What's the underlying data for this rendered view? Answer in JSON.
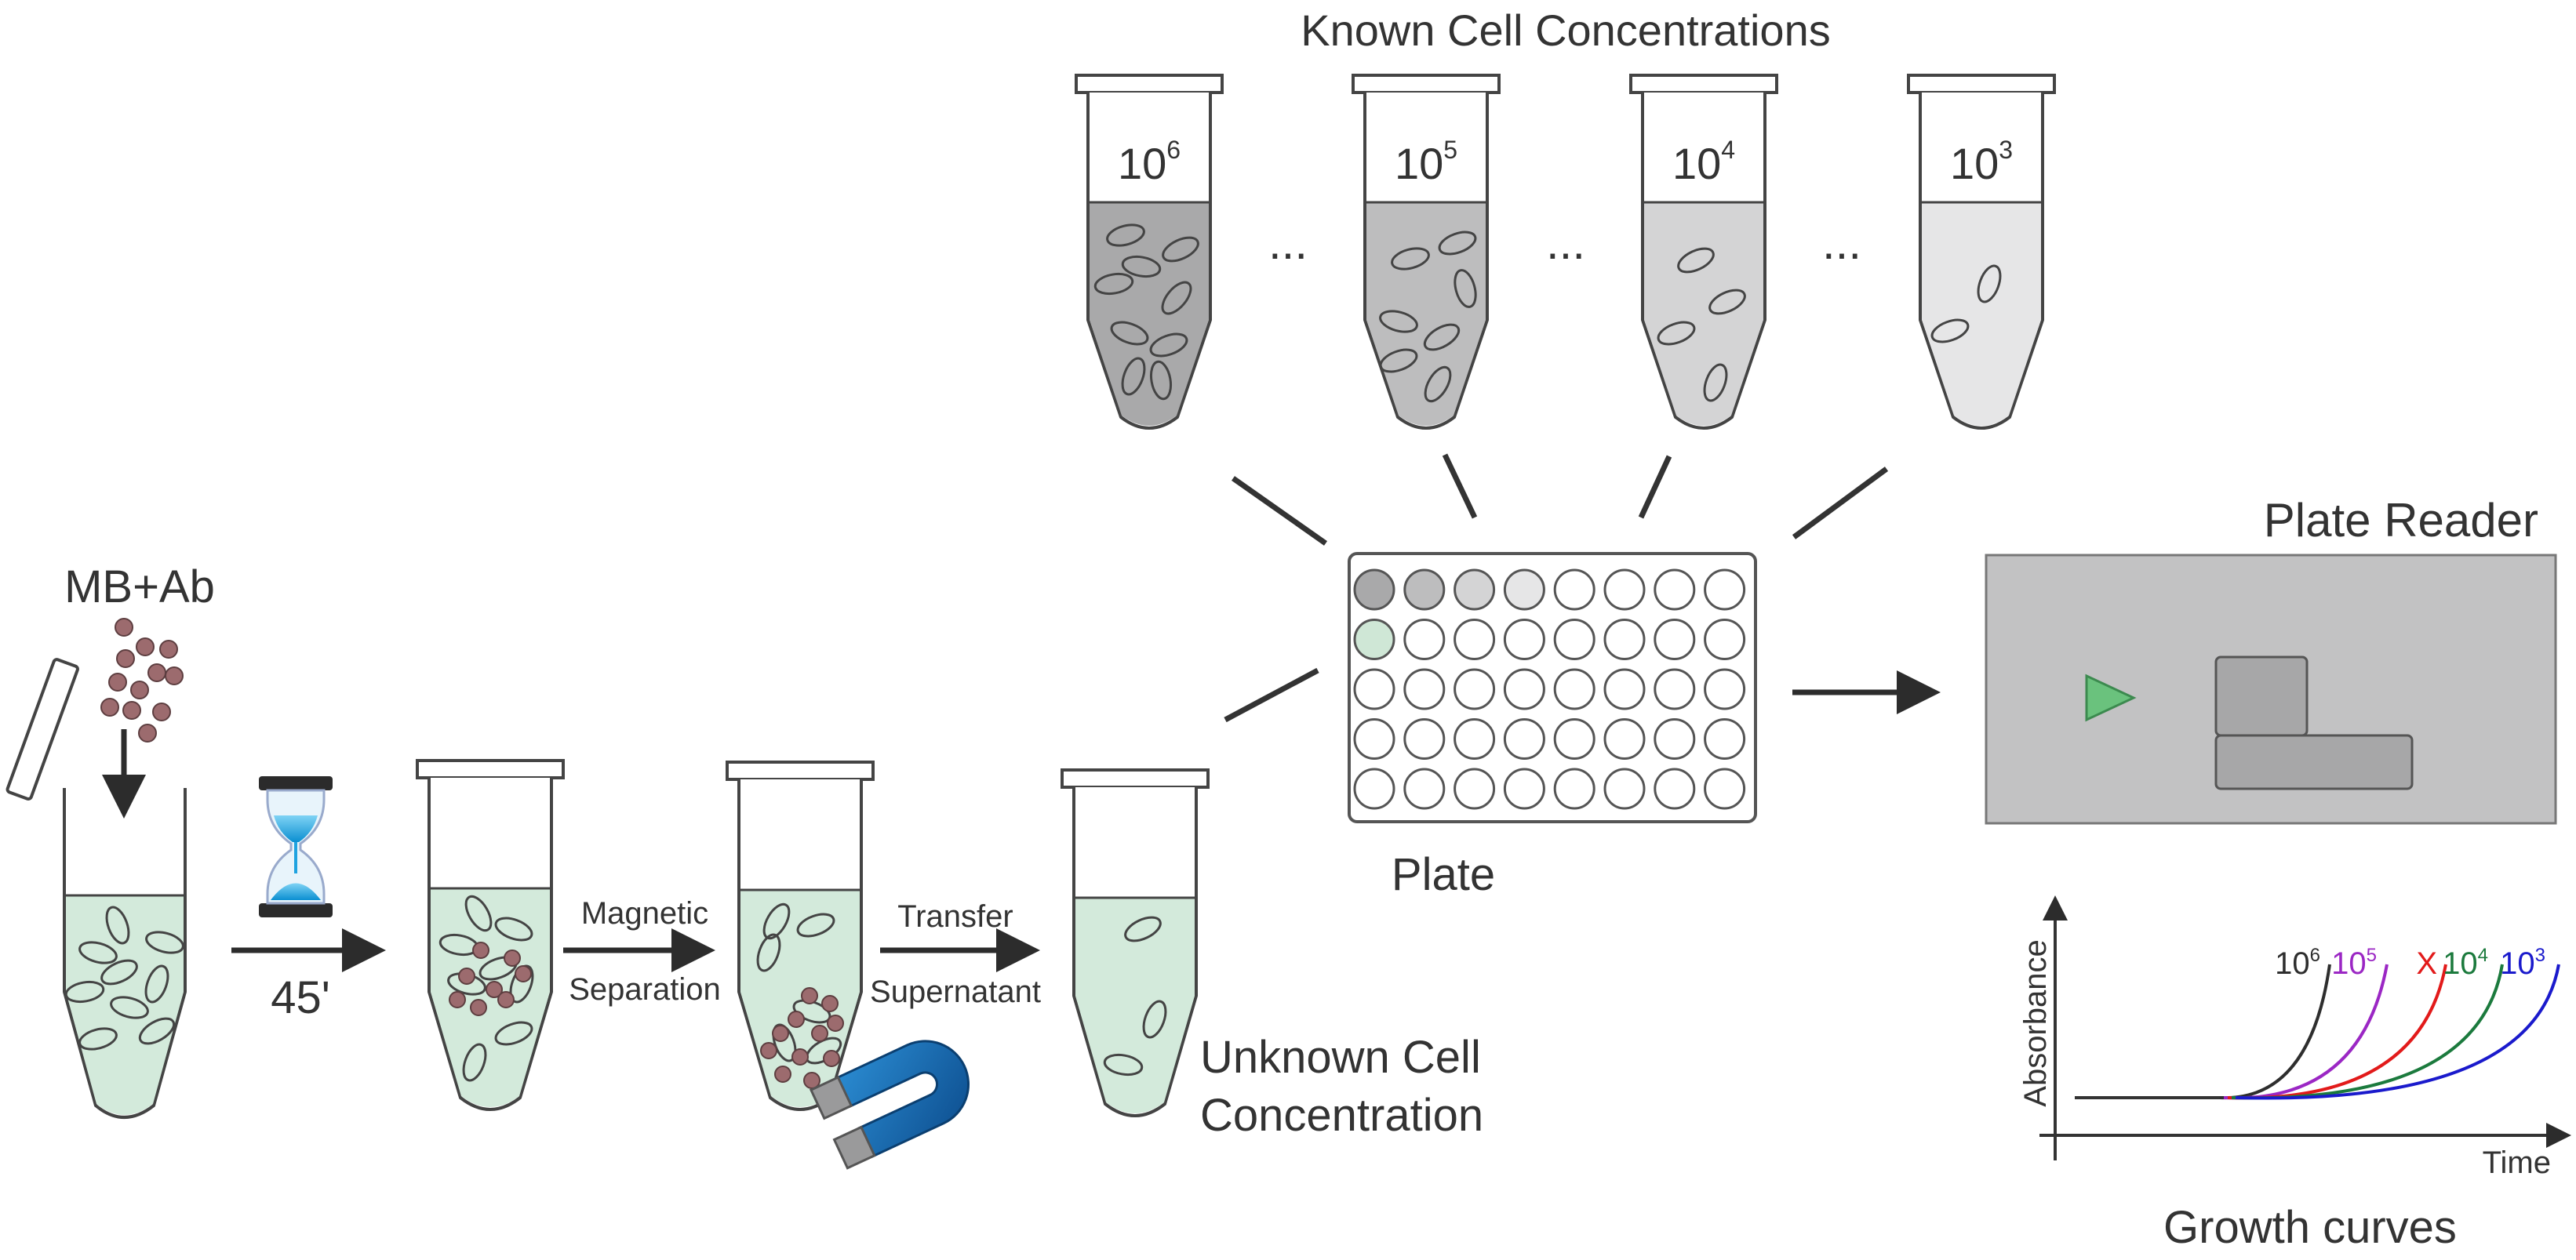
{
  "known": {
    "title": "Known Cell Concentrations",
    "tubes": [
      {
        "base": "10",
        "exp": "6"
      },
      {
        "base": "10",
        "exp": "5"
      },
      {
        "base": "10",
        "exp": "4"
      },
      {
        "base": "10",
        "exp": "3"
      }
    ],
    "ellipsis": "..."
  },
  "steps": {
    "mb_ab": "MB+Ab",
    "time": "45'",
    "magnetic_1": "Magnetic",
    "magnetic_2": "Separation",
    "transfer_1": "Transfer",
    "transfer_2": "Supernatant",
    "unknown_1": "Unknown Cell",
    "unknown_2": "Concentration"
  },
  "plate": {
    "label": "Plate",
    "rows": 5,
    "cols": 8,
    "filled": [
      {
        "row": 0,
        "col": 0,
        "color": "#a9a9aa"
      },
      {
        "row": 0,
        "col": 1,
        "color": "#bdbdbe"
      },
      {
        "row": 0,
        "col": 2,
        "color": "#d4d4d5"
      },
      {
        "row": 0,
        "col": 3,
        "color": "#e6e6e7"
      },
      {
        "row": 1,
        "col": 0,
        "color": "#cfe7d6"
      }
    ]
  },
  "reader": {
    "title": "Plate Reader"
  },
  "growth": {
    "title": "Growth curves",
    "ylabel": "Absorbance",
    "xlabel": "Time",
    "curve_labels": [
      {
        "base": "10",
        "exp": "6",
        "color": "#2e2e2e"
      },
      {
        "base": "10",
        "exp": "5",
        "color": "#9b27c4"
      },
      {
        "base": "X",
        "exp": "",
        "color": "#e21a1a"
      },
      {
        "base": "10",
        "exp": "4",
        "color": "#1b7a3d"
      },
      {
        "base": "10",
        "exp": "3",
        "color": "#1a1acc"
      }
    ]
  },
  "colors": {
    "tube_green": "#d3eadb",
    "tube_grey_1": "#a9a9aa",
    "tube_grey_2": "#bdbdbe",
    "tube_grey_3": "#d4d4d5",
    "tube_grey_4": "#e6e6e7",
    "bead": "#9c6b6e",
    "arrow": "#2c2c2c",
    "reader_bg": "#c2c2c3",
    "reader_triangle": "#6ac27d",
    "magnet_blue": "#1a73b8",
    "hourglass_sand": "#1fa3e0"
  }
}
